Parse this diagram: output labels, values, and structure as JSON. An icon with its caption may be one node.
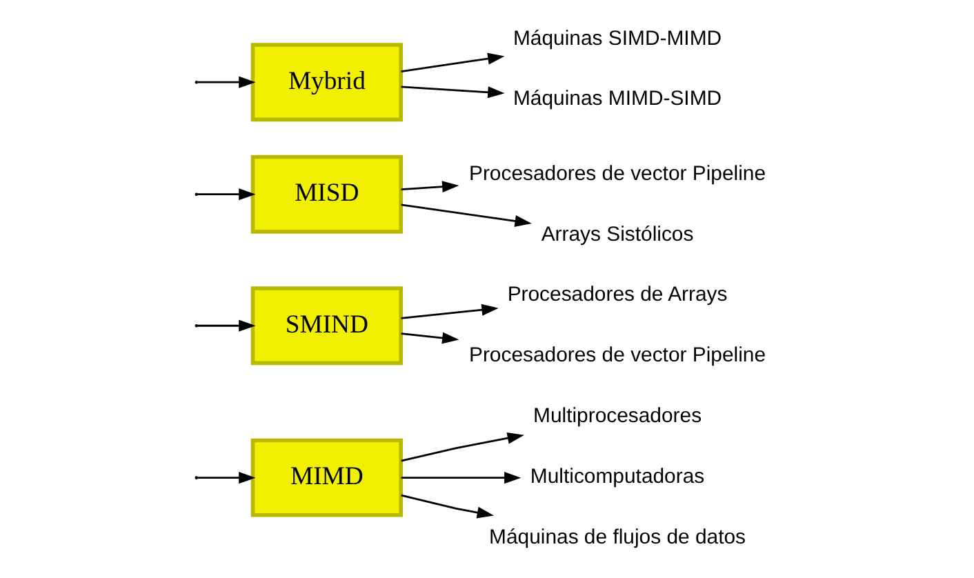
{
  "diagram": {
    "nodes": [
      {
        "text": [
          "MIMD"
        ]
      },
      {
        "text": [
          "SMIND"
        ]
      },
      {
        "text": [
          "MISD"
        ]
      },
      {
        "text": [
          "Mybrid"
        ]
      },
      {
        "text": [
          "Multiprocesadores"
        ]
      },
      {
        "text": [
          "Multicomputadoras"
        ]
      },
      {
        "text": [
          "Máquinas de flujos de datos"
        ]
      },
      {
        "text": [
          "Procesadores de Arrays"
        ]
      },
      {
        "text": [
          "Procesadores de vector Pipeline"
        ]
      },
      {
        "text": [
          "Procesadores de vector Pipeline"
        ]
      },
      {
        "text": [
          "Arrays Sistólicos"
        ]
      },
      {
        "text": [
          "Máquinas SIMD-MIMD"
        ]
      },
      {
        "text": [
          "Máquinas MIMD-SIMD"
        ]
      }
    ],
    "edges": [
      {
        "from": null,
        "to": 0,
        "arrow": "to"
      },
      {
        "from": null,
        "to": 1,
        "arrow": "to"
      },
      {
        "from": null,
        "to": 2,
        "arrow": "to"
      },
      {
        "from": null,
        "to": 3,
        "arrow": "to"
      },
      {
        "from": 0,
        "to": 4,
        "arrow": "to"
      },
      {
        "from": 0,
        "to": 5,
        "arrow": "to"
      },
      {
        "from": 0,
        "to": 6,
        "arrow": "to"
      },
      {
        "from": 1,
        "to": 7,
        "arrow": "to"
      },
      {
        "from": 1,
        "to": 8,
        "arrow": "to"
      },
      {
        "from": 2,
        "to": 9,
        "arrow": "to"
      },
      {
        "from": 2,
        "to": 10,
        "arrow": "to"
      },
      {
        "from": 3,
        "to": 11,
        "arrow": "to"
      },
      {
        "from": 3,
        "to": 12,
        "arrow": "to"
      }
    ]
  }
}
